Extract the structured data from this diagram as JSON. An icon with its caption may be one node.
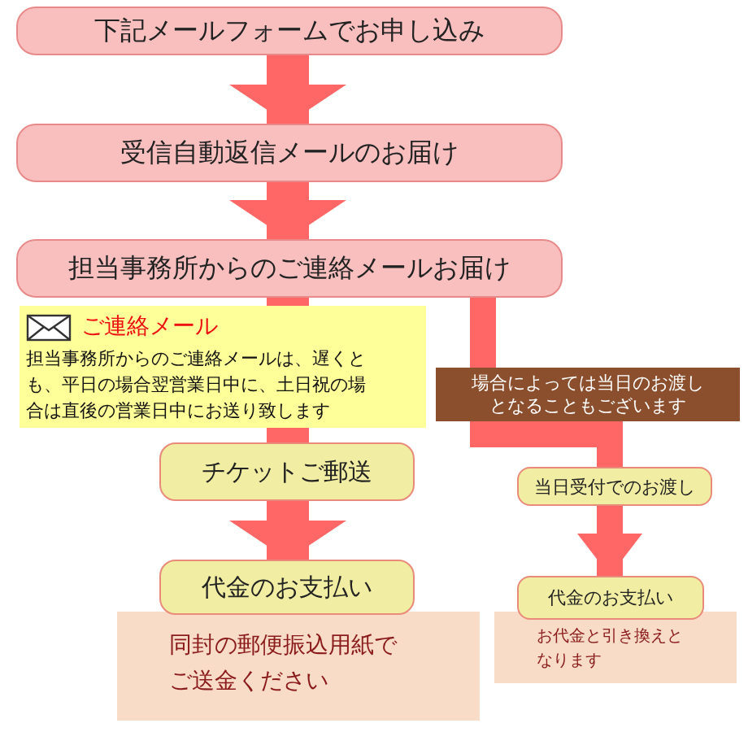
{
  "diagram": {
    "nodes": [
      {
        "text": [
          "下記メールフォームでお申し込み"
        ]
      },
      {
        "text": [
          "受信自動返信メールのお届け"
        ]
      },
      {
        "text": [
          "担当事務所からのご連絡メールお届け"
        ]
      },
      {
        "text": [
          "ご連絡メール",
          "担当事務所からのご連絡メールは、遅くとも、平日の場合翌営業日中に、土日祝の場合は直後の営業日中にお送り致します"
        ]
      },
      {
        "text": [
          "場合によっては当日のお渡しとなることもございます"
        ]
      },
      {
        "text": [
          "チケットご郵送"
        ]
      },
      {
        "text": [
          "当日受付でのお渡し"
        ]
      },
      {
        "text": [
          "代金のお支払い"
        ]
      },
      {
        "text": [
          "同封の郵便振込用紙でご送金ください"
        ]
      },
      {
        "text": [
          "代金のお支払い"
        ]
      },
      {
        "text": [
          "お代金と引き換えとなります"
        ]
      }
    ],
    "edges": [
      {
        "from": 0,
        "to": 1,
        "arrow": "to"
      },
      {
        "from": 1,
        "to": 2,
        "arrow": "to"
      },
      {
        "from": 2,
        "to": 3,
        "arrow": "none"
      },
      {
        "from": 3,
        "to": 5,
        "arrow": "none"
      },
      {
        "from": 5,
        "to": 7,
        "arrow": "to"
      },
      {
        "from": 2,
        "to": 4,
        "arrow": "none"
      },
      {
        "from": 4,
        "to": 6,
        "arrow": "none"
      },
      {
        "from": 6,
        "to": 9,
        "arrow": "to"
      }
    ]
  }
}
